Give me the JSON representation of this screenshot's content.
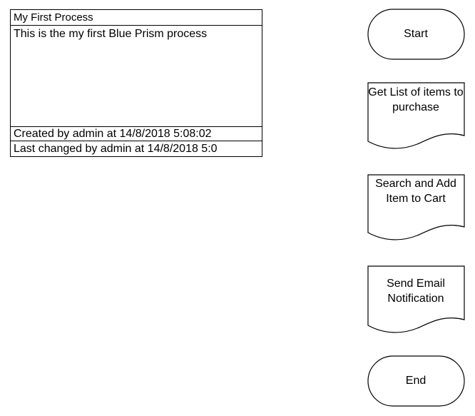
{
  "process_info": {
    "title": "My First Process",
    "description": "This is the my first Blue Prism process",
    "created": "Created by admin at 14/8/2018 5:08:02",
    "last_changed": "Last changed by admin at 14/8/2018 5:0"
  },
  "flow": {
    "start_label": "Start",
    "stage1_label": "Get List of items to purchase",
    "stage2_label": "Search and Add Item to Cart",
    "stage3_label": "Send Email Notification",
    "end_label": "End"
  },
  "colors": {
    "stroke": "#000000",
    "fill": "#ffffff"
  }
}
